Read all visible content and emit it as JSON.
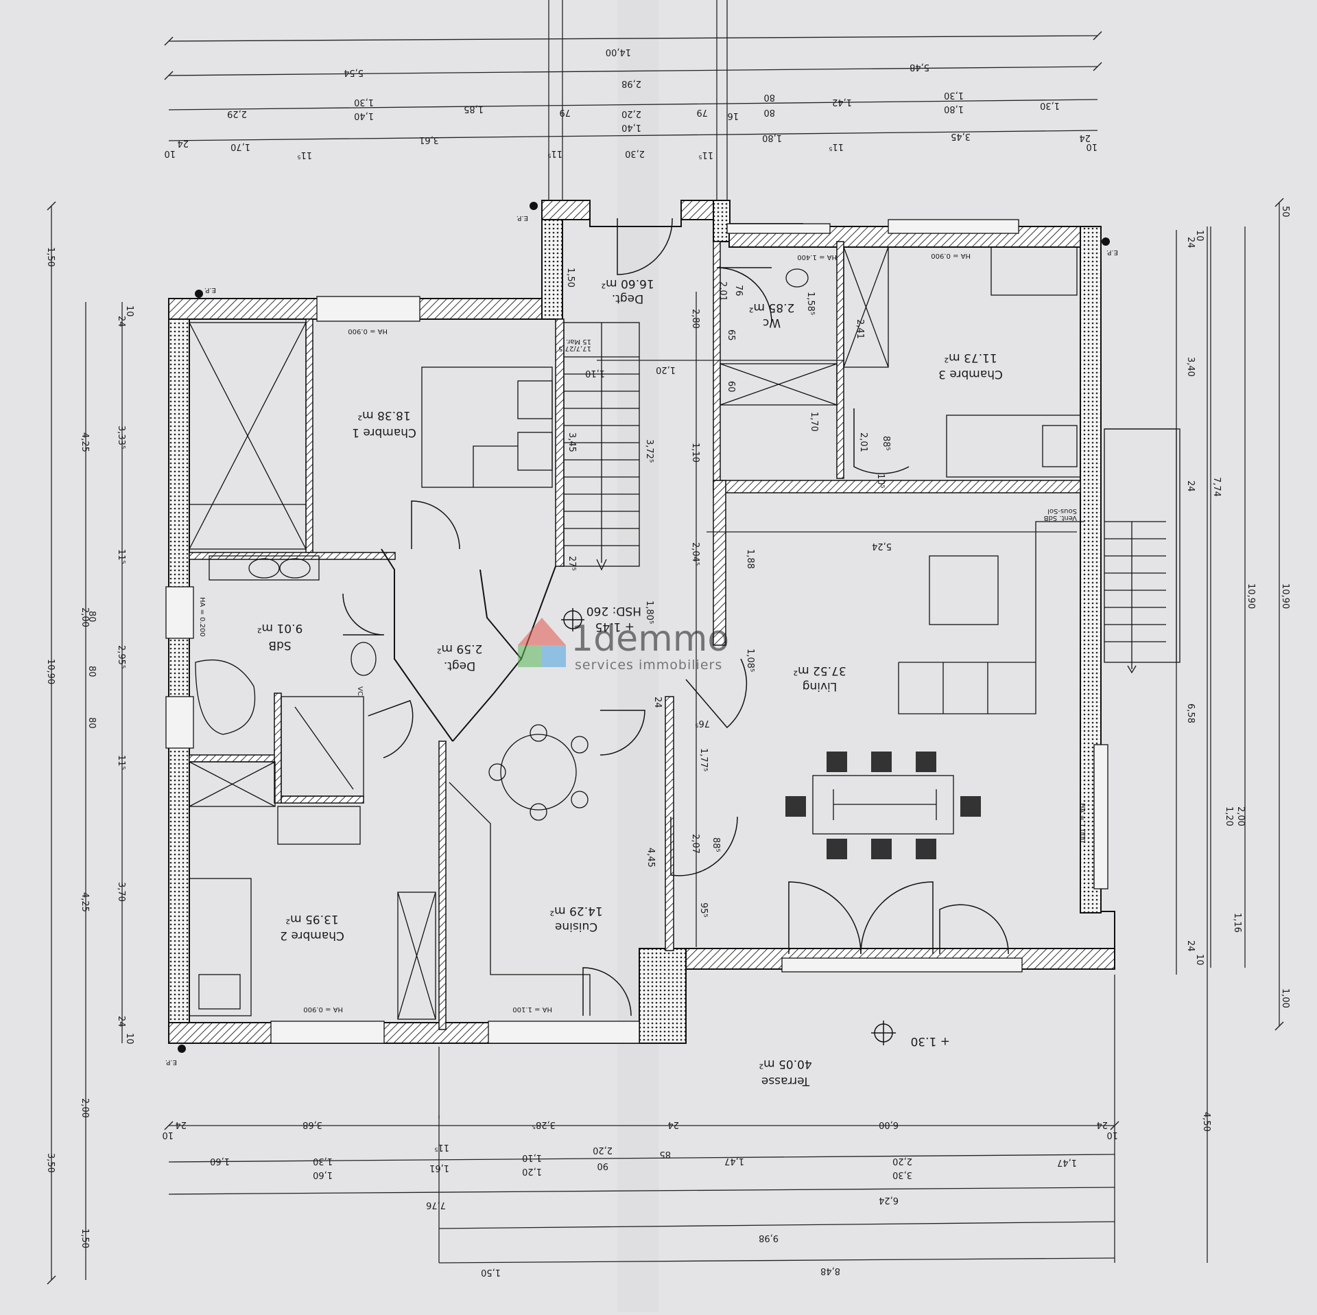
{
  "rooms": {
    "chambre1": {
      "name": "Chambre 1",
      "area": "18.38 m²"
    },
    "chambre2": {
      "name": "Chambre 2",
      "area": "13.95 m²"
    },
    "chambre3": {
      "name": "Chambre 3",
      "area": "11.73 m²"
    },
    "sdb": {
      "name": "SdB",
      "area": "9.01 m²"
    },
    "wc": {
      "name": "Wc",
      "area": "2.85 m²"
    },
    "degt_top": {
      "name": "Degt.",
      "area": "16.60 m²"
    },
    "degt_mid": {
      "name": "Degt.",
      "area": "2.59 m²"
    },
    "cuisine": {
      "name": "Cuisine",
      "area": "14.29 m²"
    },
    "living": {
      "name": "Living",
      "area": "37.52 m²"
    },
    "terrasse": {
      "name": "Terrasse",
      "area": "40.05 m²"
    }
  },
  "levels": {
    "hsd": "HSD: 260",
    "main": "+ 1.45",
    "terrace": "+ 1.30"
  },
  "labels": {
    "vc": "VC",
    "ep": "E.P.",
    "vent": "Vent. SdB",
    "sous_sol": "Sous-Sol",
    "ha900": "HA = 0.900",
    "ha1100": "HA = 1.100",
    "ha1000": "HA = 1.000",
    "ha1400": "HA = 1.400",
    "ha200": "HA = 0.200",
    "stair_info": "15 Mar.",
    "stair_info2": "17,7/27,5"
  },
  "dimensions": {
    "top": {
      "row1": [
        "14,00"
      ],
      "row2": [
        "5,54",
        "2,98",
        "5,48"
      ],
      "row3": [
        "2,29",
        "1,40",
        "1,30",
        "1,85",
        "79",
        "2,20",
        "1,40",
        "79",
        "16",
        "80",
        "80",
        "1,42",
        "1,80",
        "1,30",
        "1,30"
      ],
      "row4": [
        "10",
        "24",
        "1,70",
        "11⁵",
        "3,61",
        "11⁵",
        "2,30",
        "11⁵",
        "1,80",
        "11⁵",
        "3,45",
        "24",
        "10"
      ]
    },
    "bottom": {
      "row1": [
        "10",
        "24",
        "3,68",
        "3,28⁵",
        "24",
        "6,00",
        "24",
        "10"
      ],
      "row2": [
        "1,60",
        "1,30",
        "1,60",
        "11⁵",
        "1,61",
        "1,10",
        "1,20",
        "90",
        "2,20",
        "85",
        "1,47",
        "3,30",
        "2,20",
        "1,47"
      ],
      "row3": [
        "7,76",
        "6,24"
      ],
      "row4": [
        "9,98"
      ],
      "row5": [
        "1,50",
        "8,48"
      ]
    },
    "left": {
      "col1": [
        "1,50",
        "10,90",
        "3,50"
      ],
      "col2": [
        "4,25",
        "2,00",
        "4,25",
        "2,00",
        "1,50"
      ],
      "col3": [
        "80",
        "80",
        "80"
      ],
      "col4": [
        "10",
        "24",
        "3,33⁵",
        "11⁵",
        "2,95⁵",
        "11⁵",
        "3,70",
        "24",
        "10"
      ]
    },
    "right": {
      "col1": [
        "50",
        "10,90",
        "1,00"
      ],
      "col2": [
        "7,74",
        "2,00",
        "1,20",
        "1,16"
      ],
      "col3": [
        "10",
        "24",
        "3,40",
        "24",
        "6,58",
        "24",
        "10",
        "4,50"
      ],
      "col4": [
        "10,90"
      ]
    },
    "interior": [
      "1,50",
      "2,80",
      "1,10",
      "2,04⁵",
      "1,80⁵",
      "3,72⁵",
      "3,45",
      "27⁵",
      "1,10",
      "1,20",
      "2,01",
      "76",
      "65",
      "60",
      "1,58⁵",
      "2,41",
      "1,70",
      "2,01",
      "88⁵",
      "10⁵",
      "5,24",
      "1,88",
      "1,08⁵",
      "76⁵",
      "1,77⁵",
      "2,07",
      "88⁵",
      "95⁵",
      "4,45",
      "24"
    ]
  },
  "watermark": {
    "brand": "1demmo",
    "tagline": "services immobiliers"
  },
  "colors": {
    "paper": "#e4e4e6",
    "ink": "#1a1a1a",
    "hatch": "#444444",
    "wm_red": "#e3574d",
    "wm_green": "#5cb85c",
    "wm_blue": "#4aa3df"
  }
}
